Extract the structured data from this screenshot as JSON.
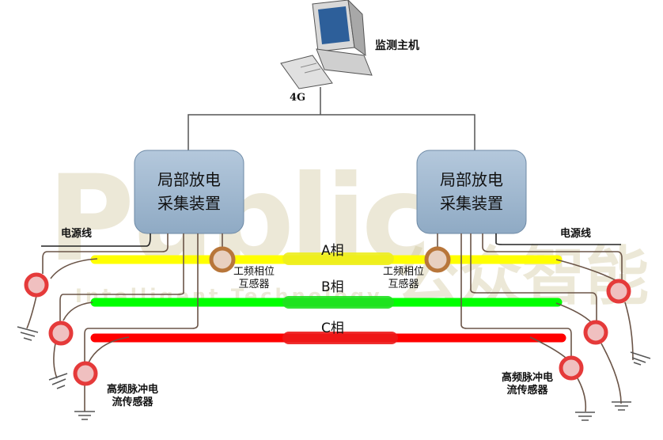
{
  "host": {
    "label": "监测主机",
    "link_label": "4G"
  },
  "devices": [
    {
      "line1": "局部放电",
      "line2": "采集装置"
    },
    {
      "line1": "局部放电",
      "line2": "采集装置"
    }
  ],
  "phases": [
    {
      "label": "A相",
      "color": "#ffff00"
    },
    {
      "label": "B相",
      "color": "#00ff00"
    },
    {
      "label": "C相",
      "color": "#ff0000"
    }
  ],
  "power_line_label": "电源线",
  "phase_ct_label": {
    "line1": "工频相位",
    "line2": "互感器"
  },
  "hfct_label": {
    "line1": "高频脉冲电",
    "line2": "流传感器"
  },
  "watermark": {
    "brand": "Public",
    "cn": "公众智能",
    "sub": "Intelligent Technology"
  }
}
